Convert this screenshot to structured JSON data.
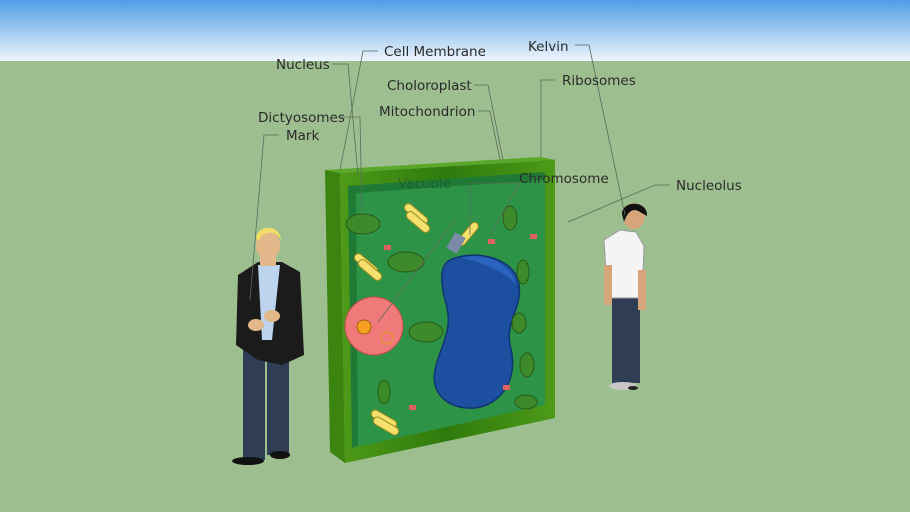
{
  "labels": {
    "nucleus": "Nucleus",
    "cell_membrane": "Cell Membrane",
    "kelvin": "Kelvin",
    "choloroplast": "Choloroplast",
    "ribosomes": "Ribosomes",
    "dictyosomes": "Dictyosomes",
    "mark": "Mark",
    "mitochondrion": "Mitochondrion",
    "vacuole": "Vacuole",
    "chromosome": "Chromosome",
    "nucleolus": "Nucleolus"
  },
  "colors": {
    "sky_top": "#4f9ee6",
    "sky_bottom": "#eef5fb",
    "ground": "#9dbf8f",
    "frame": "#3f8a12",
    "cytoplasm": "#2d9447",
    "vacuole": "#1d4fa0",
    "nucleus": "#f07a7a"
  }
}
